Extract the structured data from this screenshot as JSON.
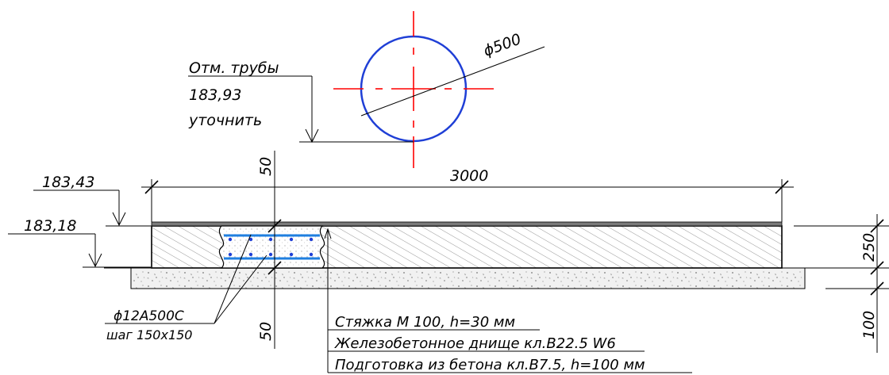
{
  "pipe": {
    "diameter_label": "ϕ500",
    "elevation_title": "Отм. трубы",
    "elevation_value": "183,93",
    "elevation_note": "уточнить",
    "outline_color": "#1f3fd6",
    "axis_color": "#ff0000"
  },
  "levels": {
    "top": "183,43",
    "bottom": "183,18"
  },
  "dimensions": {
    "length": "3000",
    "slab_thickness": "250",
    "prep_thickness": "100",
    "cover_top": "50",
    "cover_bottom": "50"
  },
  "rebar": {
    "diameter": "ϕ12А500С",
    "spacing": "шаг 150х150",
    "color": "#1f7fe0"
  },
  "layers": [
    "Стяжка М 100,  h=30 мм",
    "Железобетонное днище кл.В22.5 W6",
    "Подготовка из бетона кл.В7.5, h=100 мм"
  ]
}
